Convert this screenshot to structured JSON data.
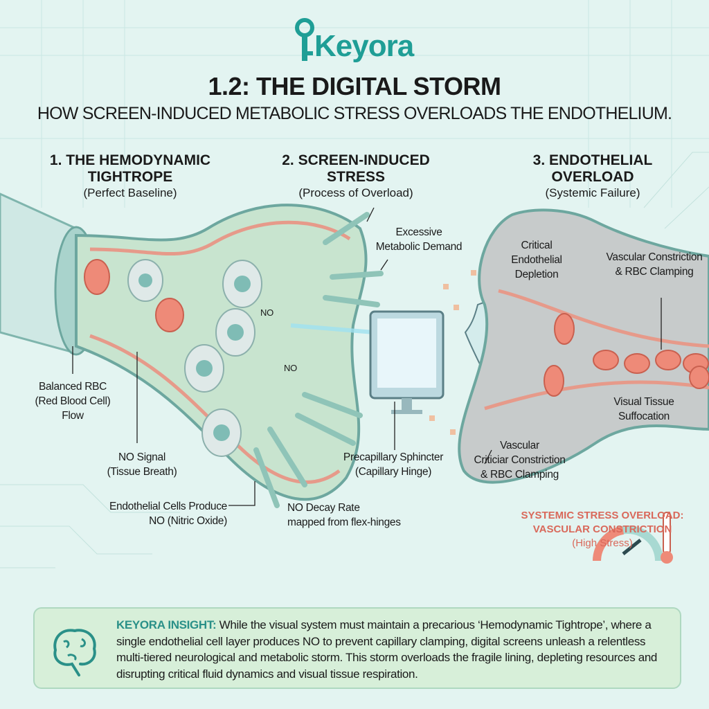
{
  "brand": {
    "name": "Keyora",
    "color": "#1f9e96"
  },
  "title": "1.2: THE DIGITAL STORM",
  "subtitle": "HOW SCREEN-INDUCED METABOLIC STRESS OVERLOADS THE ENDOTHELIUM.",
  "sections": [
    {
      "heading_line1": "1. THE HEMODYNAMIC",
      "heading_line2": "TIGHTROPE",
      "caption": "(Perfect Baseline)"
    },
    {
      "heading_line1": "2. SCREEN-INDUCED",
      "heading_line2": "STRESS",
      "caption": "(Process of Overload)"
    },
    {
      "heading_line1": "3. ENDOTHELIAL",
      "heading_line2": "OVERLOAD",
      "caption": "(Systemic Failure)"
    }
  ],
  "labels": {
    "balanced_rbc": [
      "Balanced RBC",
      "(Red Blood Cell)",
      "Flow"
    ],
    "no_signal": [
      "NO Signal",
      "(Tissue Breath)"
    ],
    "endothelial_cells": [
      "Endothelial Cells Produce",
      "NO (Nitric Oxide)"
    ],
    "no_decay": [
      "NO Decay Rate",
      "mapped from flex-hinges"
    ],
    "sphincter": [
      "Precapillary Sphincter",
      "(Capillary Hinge)"
    ],
    "excessive_demand": [
      "Excessive",
      "Metabolic Demand"
    ],
    "no_1": "NO",
    "no_2": "NO",
    "critical_depletion": [
      "Critical",
      "Endothelial",
      "Depletion"
    ],
    "vascular_constriction_top": [
      "Vascular Constriction",
      "& RBC Clamping"
    ],
    "visual_tissue": [
      "Visual Tissue",
      "Suffocation"
    ],
    "vascular_constriction_bottom": [
      "Vascular",
      "Criticiar Constriction",
      "& RBC Clamping"
    ]
  },
  "stress_alert": {
    "line1": "SYSTEMIC STRESS OVERLOAD:",
    "line2": "VASCULAR CONSTRICTION",
    "line3": "(High Stress)",
    "color": "#d9685a"
  },
  "insight": {
    "heading": "KEYORA INSIGHT:",
    "body": " While the visual system must maintain a precarious ‘Hemodynamic Tightrope’, where a single endothelial cell layer produces NO to prevent capillary clamping, digital screens unleash a relentless multi-tiered neurological and metabolic storm. This storm overloads the fragile lining, depleting resources and disrupting critical fluid dynamics and visual tissue respiration."
  }
}
